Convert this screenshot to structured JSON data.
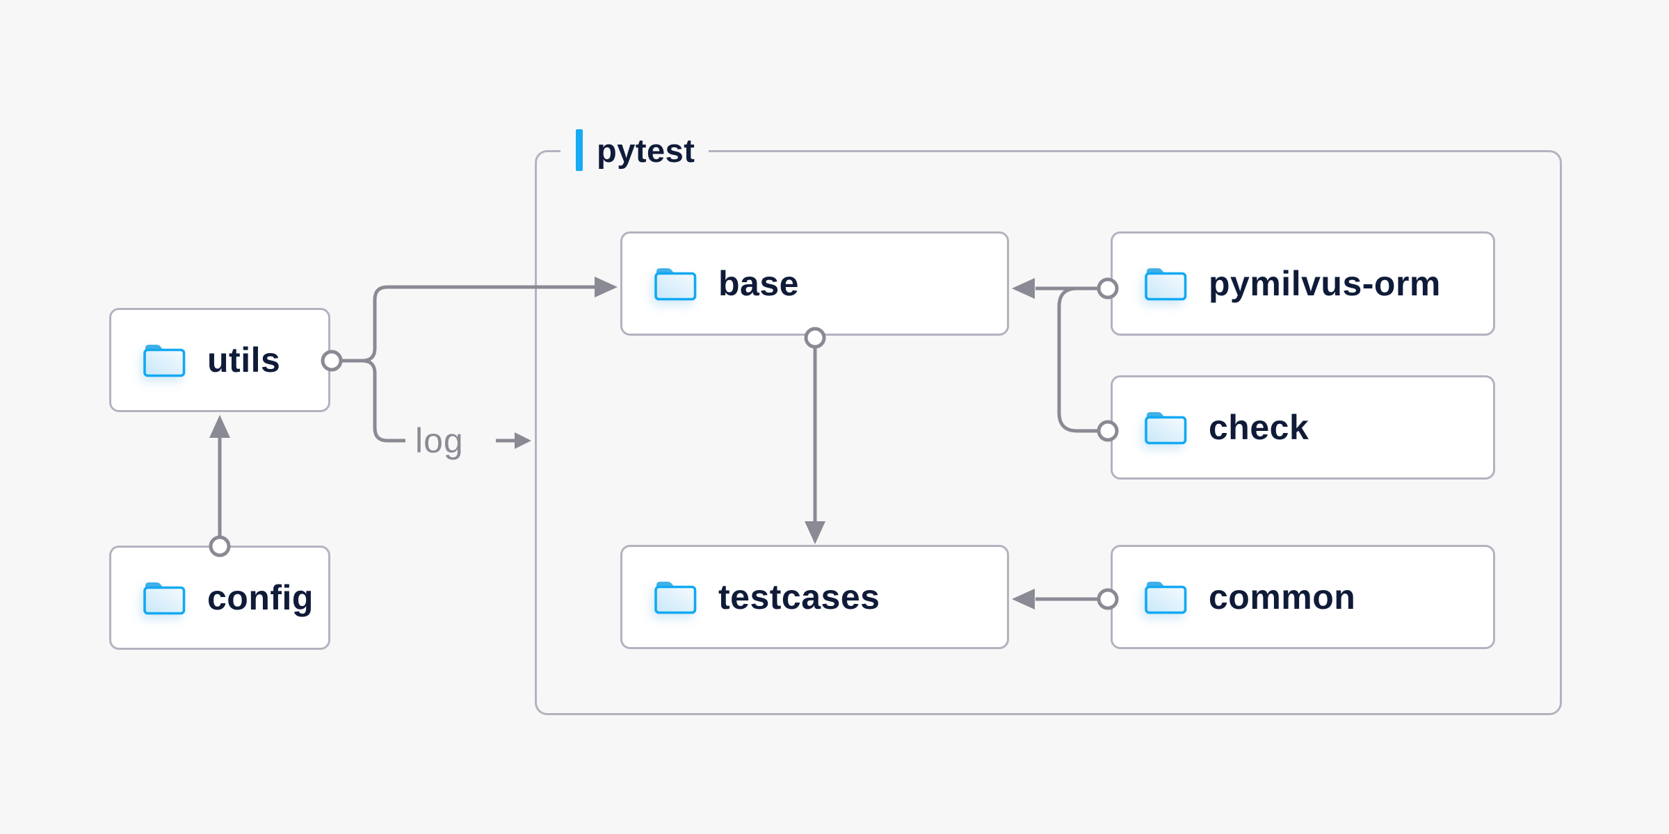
{
  "diagram": {
    "container_label": "pytest",
    "log_label": "log",
    "colors": {
      "background": "#f7f7f8",
      "node_background": "#ffffff",
      "node_border": "#b3b2bf",
      "node_text": "#0f1b38",
      "connector": "#8a8a94",
      "accent_bar": "#16abf3",
      "folder_blue": "#14a7ef"
    },
    "nodes": [
      {
        "id": "utils",
        "label": "utils",
        "icon": "folder-icon"
      },
      {
        "id": "config",
        "label": "config",
        "icon": "folder-icon"
      },
      {
        "id": "base",
        "label": "base",
        "icon": "folder-icon"
      },
      {
        "id": "testcases",
        "label": "testcases",
        "icon": "folder-icon"
      },
      {
        "id": "pymilvus-orm",
        "label": "pymilvus-orm",
        "icon": "folder-icon"
      },
      {
        "id": "check",
        "label": "check",
        "icon": "folder-icon"
      },
      {
        "id": "common",
        "label": "common",
        "icon": "folder-icon"
      }
    ],
    "edges": [
      {
        "from": "config",
        "to": "utils"
      },
      {
        "from": "utils",
        "to": "base"
      },
      {
        "from": "utils",
        "to": "log"
      },
      {
        "from": "base",
        "to": "testcases"
      },
      {
        "from": "pymilvus-orm",
        "to": "base"
      },
      {
        "from": "check",
        "to": "base"
      },
      {
        "from": "common",
        "to": "testcases"
      }
    ]
  }
}
